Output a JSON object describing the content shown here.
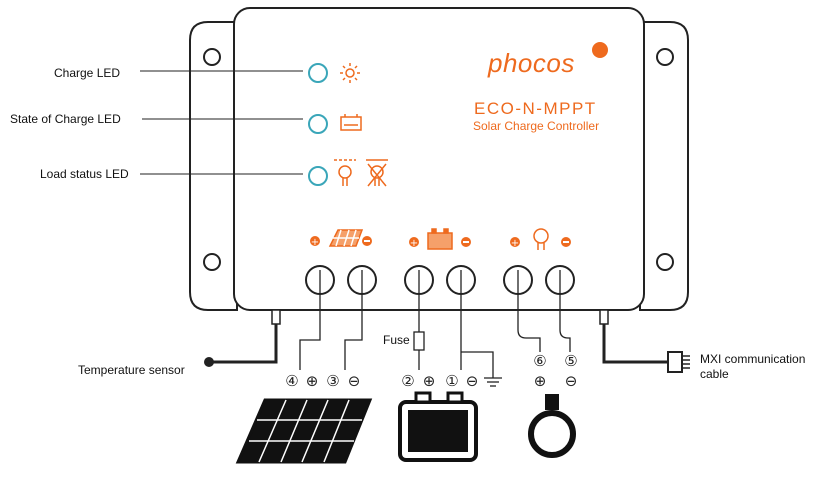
{
  "brand": {
    "name": "phocos",
    "model": "ECO-N-MPPT",
    "subtitle": "Solar Charge Controller"
  },
  "labels": {
    "charge_led": "Charge LED",
    "state_of_charge_led": "State of Charge  LED",
    "load_status_led": "Load status LED",
    "temperature_sensor": "Temperature sensor",
    "fuse": "Fuse",
    "mxi_line1": "MXI  communication",
    "mxi_line2": "cable"
  },
  "terminals": [
    {
      "number": "④",
      "polarity": "⊕"
    },
    {
      "number": "③",
      "polarity": "⊖"
    },
    {
      "number": "②",
      "polarity": "⊕"
    },
    {
      "number": "①",
      "polarity": "⊖"
    },
    {
      "number": "⑥",
      "polarity": "⊕"
    },
    {
      "number": "⑤",
      "polarity": "⊖"
    }
  ],
  "colors": {
    "accent": "#ee6a1e",
    "led": "#3aa6b9",
    "line": "#222222"
  },
  "icons": [
    "sun-icon",
    "battery-icon",
    "bulb-icon",
    "bulb-off-icon",
    "solar-panel-icon",
    "ground-icon"
  ]
}
